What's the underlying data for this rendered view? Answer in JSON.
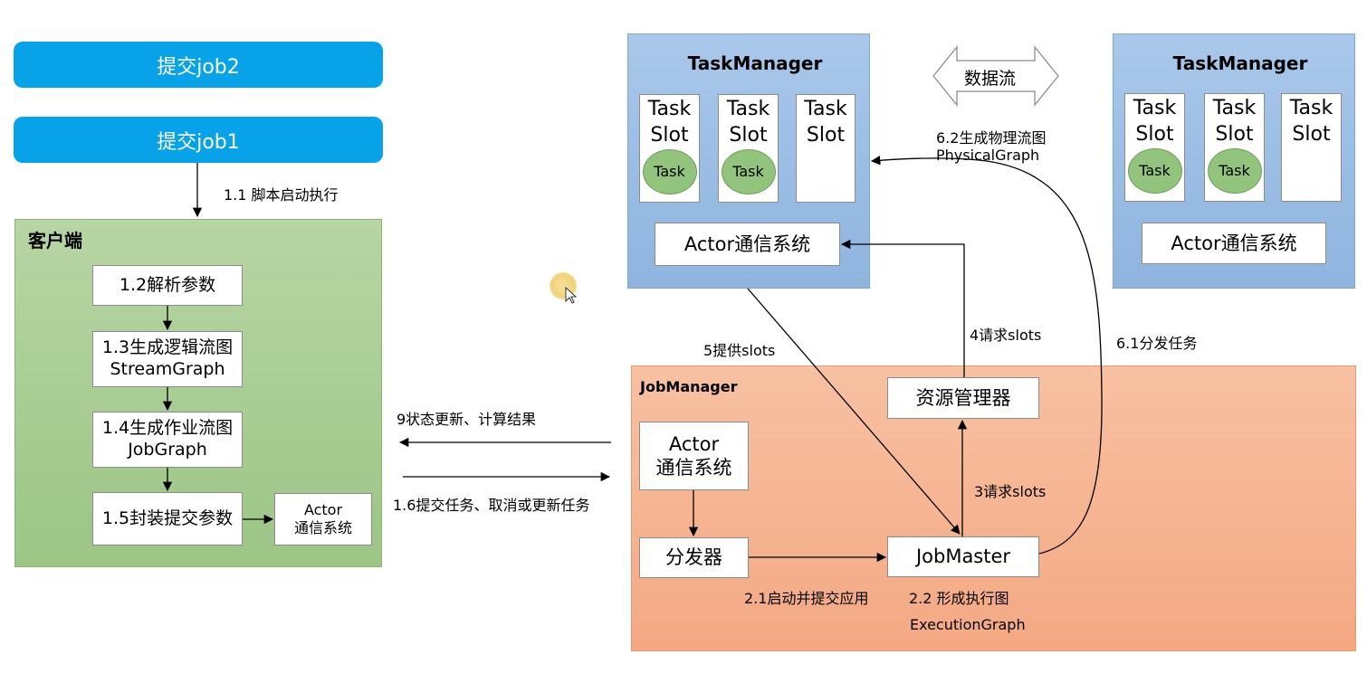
{
  "jobs": {
    "job2": "提交job2",
    "job1": "提交job1"
  },
  "client": {
    "title": "客户端",
    "step_1_2": "1.2解析参数",
    "step_1_3_line1": "1.3生成逻辑流图",
    "step_1_3_line2": "StreamGraph",
    "step_1_4_line1": "1.4生成作业流图",
    "step_1_4_line2": "JobGraph",
    "step_1_5": "1.5封装提交参数",
    "actor_line1": "Actor",
    "actor_line2": "通信系统"
  },
  "taskmanagers": [
    {
      "title": "TaskManager",
      "slots": [
        {
          "line1": "Task",
          "line2": "Slot",
          "task": "Task"
        },
        {
          "line1": "Task",
          "line2": "Slot",
          "task": "Task"
        },
        {
          "line1": "Task",
          "line2": "Slot",
          "task": ""
        }
      ],
      "actor": "Actor通信系统"
    },
    {
      "title": "TaskManager",
      "slots": [
        {
          "line1": "Task",
          "line2": "Slot",
          "task": "Task"
        },
        {
          "line1": "Task",
          "line2": "Slot",
          "task": "Task"
        },
        {
          "line1": "Task",
          "line2": "Slot",
          "task": ""
        }
      ],
      "actor": "Actor通信系统"
    }
  ],
  "dataflow": "数据流",
  "jobmanager": {
    "title": "JobManager",
    "actor_line1": "Actor",
    "actor_line2": "通信系统",
    "dispatcher": "分发器",
    "resource_manager": "资源管理器",
    "job_master": "JobMaster"
  },
  "labels": {
    "l_1_1": "1.1 脚本启动执行",
    "l_9": "9状态更新、计算结果",
    "l_1_6": "1.6提交任务、取消或更新任务",
    "l_5": "5提供slots",
    "l_4": "4请求slots",
    "l_3": "3请求slots",
    "l_6_1": "6.1分发任务",
    "l_6_2_line1": "6.2生成物理流图",
    "l_6_2_line2": "PhysicalGraph",
    "l_2_1": "2.1启动并提交应用",
    "l_2_2": "2.2 形成执行图",
    "l_exec": "ExecutionGraph"
  },
  "colors": {
    "job": "#08a2e8",
    "client": "#a8cc93",
    "taskmanager": "#9dbde4",
    "jobmanager": "#f5b08e",
    "task": "#93c47d"
  }
}
